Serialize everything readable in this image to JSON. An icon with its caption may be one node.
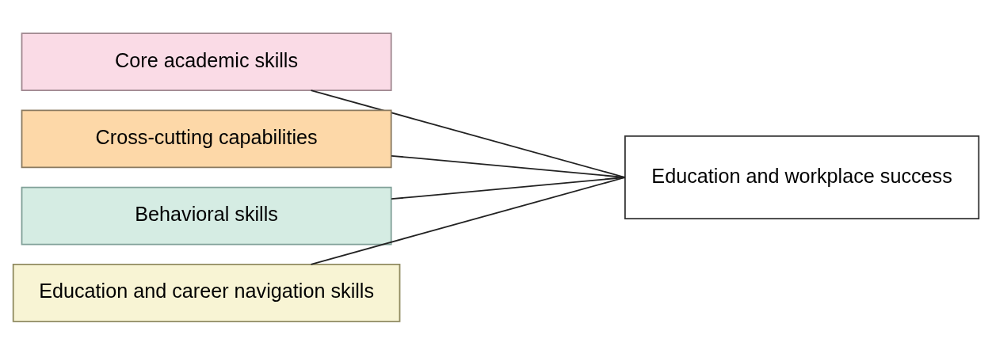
{
  "diagram": {
    "nodes": [
      {
        "text": [
          "Core academic skills"
        ]
      },
      {
        "text": [
          "Cross-cutting capabilities"
        ]
      },
      {
        "text": [
          "Behavioral skills"
        ]
      },
      {
        "text": [
          "Education and career navigation skills"
        ]
      },
      {
        "text": [
          "Education and workplace success"
        ]
      }
    ],
    "edges": [
      {
        "from": 0,
        "to": 4,
        "arrow": "none"
      },
      {
        "from": 1,
        "to": 4,
        "arrow": "none"
      },
      {
        "from": 2,
        "to": 4,
        "arrow": "none"
      },
      {
        "from": 3,
        "to": 4,
        "arrow": "none"
      }
    ]
  }
}
